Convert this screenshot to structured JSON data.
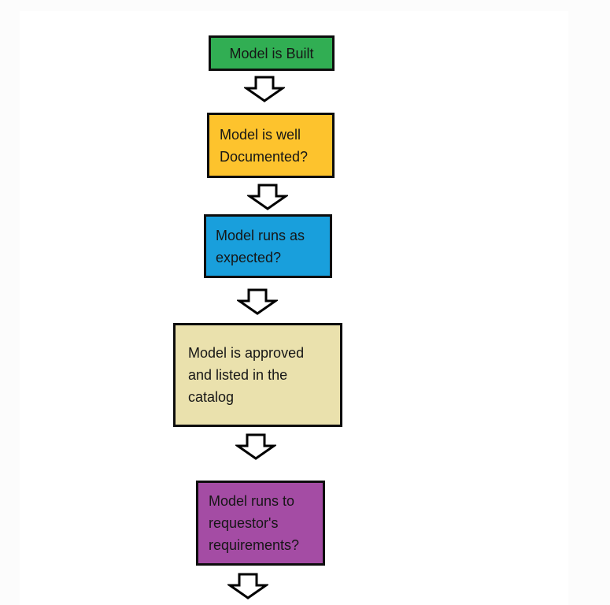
{
  "canvas": {
    "background": "#fcfcfc",
    "panel_background": "#ffffff"
  },
  "flowchart": {
    "nodes": [
      {
        "id": "model-built",
        "label": "Model is Built",
        "fill": "#31ae53"
      },
      {
        "id": "model-documented",
        "label": "Model is well\nDocumented?",
        "fill": "#fdc32d"
      },
      {
        "id": "model-runs-expected",
        "label": "Model runs as\nexpected?",
        "fill": "#199fdc"
      },
      {
        "id": "model-approved",
        "label": "Model is approved\nand listed in the\ncatalog",
        "fill": "#eae1ad"
      },
      {
        "id": "model-runs-requirements",
        "label": "Model runs to\nrequestor's\nrequirements?",
        "fill": "#a44ca4"
      }
    ],
    "connector": {
      "shape": "block-arrow-down",
      "fill": "#ffffff",
      "stroke": "#000000"
    }
  }
}
